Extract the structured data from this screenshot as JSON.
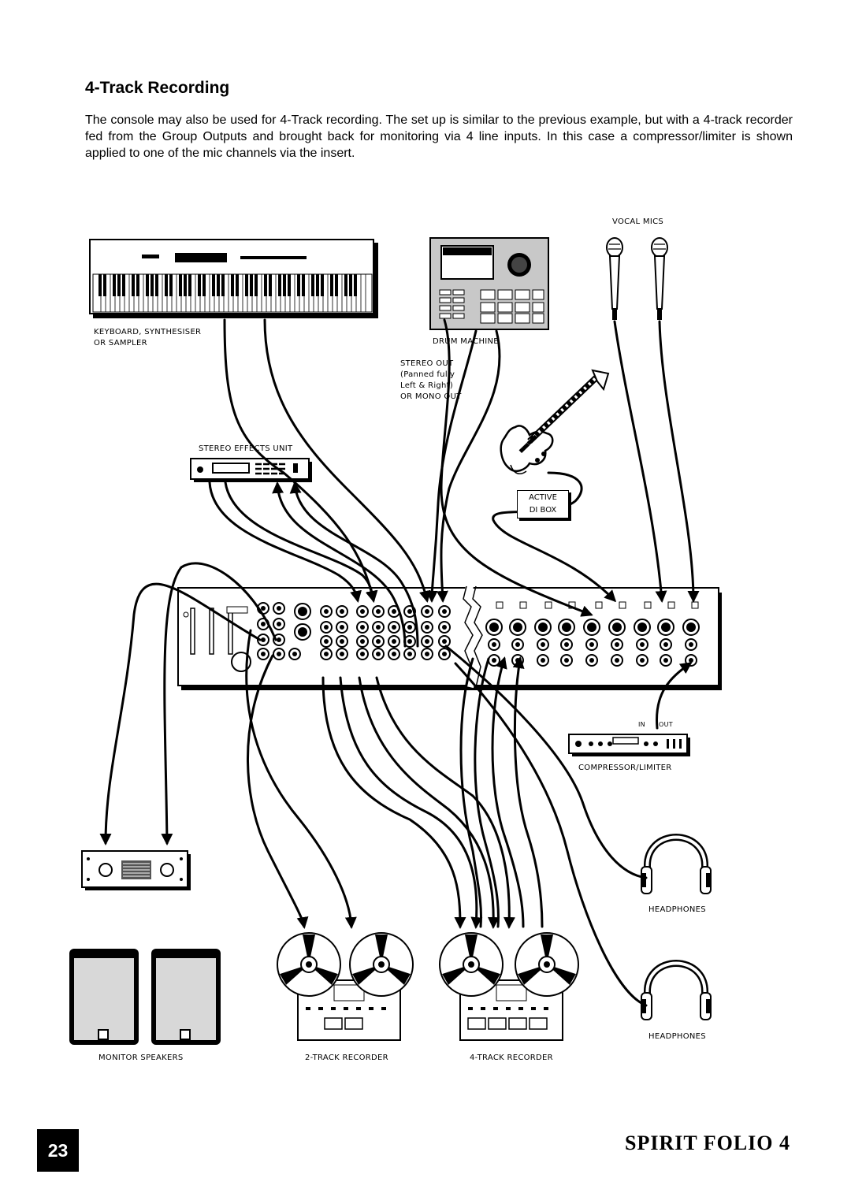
{
  "heading": "4-Track Recording",
  "intro": "The console may also be used for 4-Track recording.  The set up is similar to the previous example, but with a 4-track recorder fed from the Group Outputs and brought back for monitoring via 4 line inputs.  In this case a compressor/limiter is shown applied to one of the mic channels via the insert.",
  "labels": {
    "vocal_mics": "VOCAL MICS",
    "keyboard_line1": "KEYBOARD, SYNTHESISER",
    "keyboard_line2": "OR SAMPLER",
    "drum_machine": "DRUM MACHINE",
    "stereo_out_1": "STEREO OUT",
    "stereo_out_2": "(Panned fully",
    "stereo_out_3": "Left & Right)",
    "stereo_out_4": "OR MONO OUT",
    "stereo_effects": "STEREO EFFECTS UNIT",
    "active_di_1": "ACTIVE",
    "active_di_2": "DI BOX",
    "comp_in": "IN",
    "comp_out": "OUT",
    "compressor": "COMPRESSOR/LIMITER",
    "headphones_1": "HEADPHONES",
    "headphones_2": "HEADPHONES",
    "monitor_speakers": "MONITOR SPEAKERS",
    "two_track": "2-TRACK RECORDER",
    "four_track": "4-TRACK RECORDER"
  },
  "footer": {
    "page_number": "23",
    "brand": "SPIRIT FOLIO 4"
  },
  "icons": [
    "keyboard-icon",
    "drum-machine-icon",
    "microphone-icon",
    "guitar-icon",
    "effects-unit-icon",
    "mixer-console-icon",
    "compressor-icon",
    "amplifier-icon",
    "speaker-icon",
    "headphones-icon",
    "tape-recorder-icon"
  ]
}
